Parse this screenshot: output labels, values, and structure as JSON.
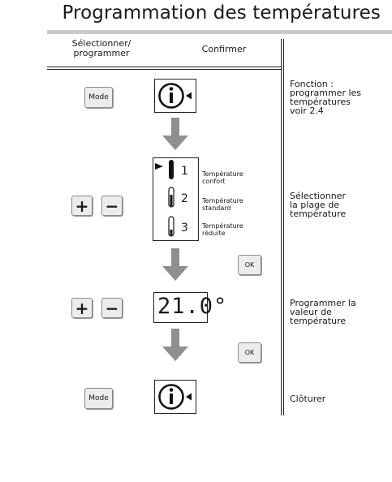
{
  "title": "Programmation des températures",
  "headers": {
    "select": "Sélectionner/\nprogrammer",
    "confirm": "Confirmer"
  },
  "buttons": {
    "mode": "Mode",
    "ok": "OK",
    "plus": "+",
    "minus": "−"
  },
  "temperatures": [
    {
      "number": "1",
      "label": "Température\nconfort"
    },
    {
      "number": "2",
      "label": "Température\nstandard"
    },
    {
      "number": "3",
      "label": "Température\nréduite"
    }
  ],
  "temperature_value": "21.0°",
  "descriptions": {
    "step1": "Fonction :\nprogrammer les\ntempératures\nvoir 2.4",
    "step2": "Sélectionner\nla plage de\ntempérature",
    "step3": "Programmer la\nvaleur de\ntempérature",
    "step4": "Clôturer"
  },
  "colors": {
    "button_bg": "#ececec",
    "arrow_fill": "#8f8f8f",
    "title_bar": "#c9c9c9"
  },
  "icons": [
    "info-icon",
    "down-arrow-icon",
    "thermometer-icon",
    "pointer-arrow-icon"
  ]
}
